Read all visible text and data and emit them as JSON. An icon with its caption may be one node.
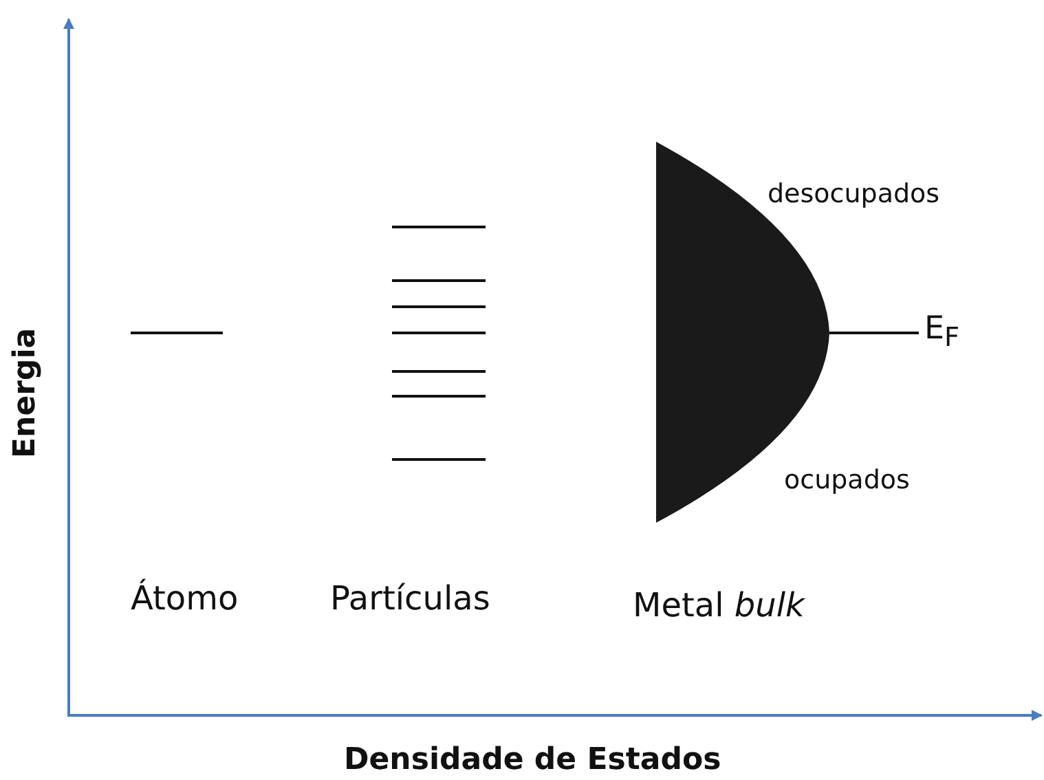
{
  "diagram": {
    "labels": [
      "desocupados",
      "E$_{F}$",
      "Energia",
      "ocupados",
      "Átomo",
      "Partículas",
      "Metal *bulk*",
      "Densidade de Estados"
    ]
  }
}
